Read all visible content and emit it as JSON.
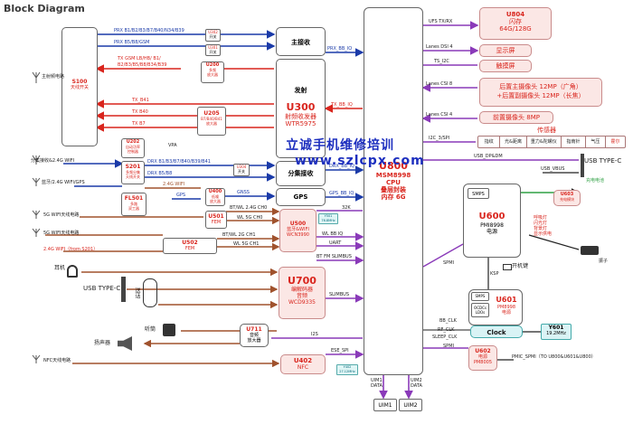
{
  "title": "Block Diagram",
  "watermark": {
    "line1": "立诚手机维修培训",
    "line2": "www.szlcpx.com"
  },
  "s100": {
    "name": "S100",
    "desc": "天线开关",
    "antenna": "主射频电路"
  },
  "u302": {
    "name": "U302",
    "desc": "开关"
  },
  "u301": {
    "name": "U301",
    "desc": "开关"
  },
  "u200": {
    "name": "U200",
    "desc1": "多频",
    "desc2": "放大器"
  },
  "u205": {
    "name": "U205",
    "desc1": "B7/B40/B41",
    "desc2": "放大器"
  },
  "u202": {
    "name": "U202",
    "desc1": "自动功率",
    "desc2": "控制器"
  },
  "s201": {
    "name": "S201",
    "desc1": "多频分集",
    "desc2": "天线开关"
  },
  "fl501": {
    "name": "FL501",
    "desc1": "多路",
    "desc2": "双工器"
  },
  "u304": {
    "name": "U304",
    "desc": "开关"
  },
  "u400": {
    "name": "U400",
    "desc1": "低噪",
    "desc2": "放大器"
  },
  "u501": {
    "name": "U501",
    "desc": "FEM"
  },
  "u502": {
    "name": "U502",
    "desc": "FEM"
  },
  "u300": {
    "main_rx": "主接收",
    "tx": "发射",
    "name": "U300",
    "desc1": "射频收发器",
    "desc2": "WTR5975",
    "div_rx": "分集接收",
    "gps": "GPS"
  },
  "u500": {
    "name": "U500",
    "desc1": "蓝牙&WIFI",
    "desc2": "WCN3990",
    "xtal": "Y501 76.8MHz"
  },
  "u700": {
    "name": "U700",
    "desc1": "编解码器",
    "desc2": "音频",
    "desc3": "WCD9335"
  },
  "u402": {
    "name": "U402",
    "desc": "NFC",
    "xtal": "Y402 27.12MHz"
  },
  "u711": {
    "name": "U711",
    "desc1": "音频",
    "desc2": "放大器"
  },
  "u800": {
    "name": "U800",
    "l1": "MSM8998",
    "l2": "CPU",
    "l3": "叠层封装",
    "l4": "内存 6G"
  },
  "u804": {
    "name": "U804",
    "l1": "闪存",
    "l2": "64G/128G"
  },
  "display": {
    "label": "显示屏"
  },
  "touch": {
    "label": "触摸屏"
  },
  "rear_cam": {
    "l1": "后置主摄像头 12MP（广角）",
    "l2": "+后置副摄像头 12MP（长焦）"
  },
  "front_cam": {
    "label": "前置摄像头 8MP"
  },
  "sensor": {
    "title": "传感器",
    "items": [
      "指纹",
      "光&距离",
      "重力&陀螺仪",
      "指南针",
      "气压",
      "霍尔"
    ]
  },
  "usb_c_right": {
    "label": "USB TYPE-C"
  },
  "u600": {
    "smps": "SMPS",
    "name": "U600",
    "l1": "PMI8998",
    "l2": "电源"
  },
  "u603": {
    "name": "U603",
    "desc": "充电模块"
  },
  "charge_lbl": "充电电池",
  "u600_out": [
    "呼吸灯",
    "闪光灯",
    "背景灯",
    "显示供电"
  ],
  "power_key": "开机键",
  "motor": "振子",
  "u601": {
    "smps": "SMPS",
    "ldo": "OCDCs LDOs",
    "name": "U601",
    "l1": "PM8998",
    "l2": "电源"
  },
  "clock": {
    "label": "Clock"
  },
  "y601": {
    "name": "Y601",
    "freq": "19.2MHz"
  },
  "u602": {
    "name": "U602",
    "l1": "电源",
    "l2": "PM8005"
  },
  "uim1": "UIM1",
  "uim2": "UIM2",
  "left_labels": {
    "div_wifi": "分集接收&2.4G WIFI",
    "bt_wifi_gps": "蓝牙/2.4G WIFI/GPS",
    "wifi5g": "5G WIFI天线电路",
    "wifi5g_ant": "5G WIFI天线电路",
    "wifi24": "2.4G WIFI（from S201）",
    "earphone": "耳机",
    "usbc": "USB TYPE-C",
    "mic": "送话",
    "receiver": "听筒",
    "speaker": "扬声器",
    "nfc": "NFC天线电路"
  },
  "signals": {
    "prx1": "PRX B1/B2/B3/B7/B40/N34/B39",
    "prx2": "PRX B5/B8/GSM",
    "txgsm": "TX GSM LB/HB/ B1/",
    "txgsm2": "B2/B3/B5/B8/B34/B39",
    "txb41": "TX_B41",
    "txb40": "TX B40",
    "txb7": "TX B7",
    "vpa": "VPA",
    "drx1": "DRX B1/B3/B7/B40/B39/B41",
    "drx2": "DRX B5/B8",
    "wifi24": "2.4G WIFI",
    "gps": "GPS",
    "gnss": "GNSS",
    "bt24": "BT/WL 2.4G CH0",
    "wl5g0": "WL 5G CH0",
    "bt2g1": "BT/WL 2G CH1",
    "wl5g1": "WL 5G CH1",
    "k32": "32K",
    "wlbbiq": "WL BB IQ",
    "uart": "UART",
    "btfm": "BT FM SLIMBUS",
    "slimbus": "SLIMBUS",
    "i2s": "I2S",
    "ese": "ESE_SPI",
    "prxbbiq": "PRX_BB_IQ",
    "txbbiq": "TX_BB_IQ",
    "drxbbiq": "DRX_BB_IQ",
    "gpsbbiq": "GPS_BB_IQ",
    "ufs": "UFS TX/RX",
    "dsi": "Lanes DSI 4",
    "ts": "TS_I2C",
    "csi8": "Lanes CSI 8",
    "csi4": "Lanes CSI 4",
    "i2c_spi": "I2C_3/SPI",
    "usb_dp": "USB_DP&DM",
    "usb_vbus": "USB_VBUS",
    "spmi": "SPMI",
    "spmi2": "SPMI",
    "bbclk": "BB_CLK",
    "rfclk": "RF_CLK",
    "sleepclk": "SLEEP_CLK",
    "pmic": "PMIC_SPMI（TO U800&U601&U800）",
    "ksp": "KSP",
    "uim1_data": "UIM1 DATA",
    "uim2_data": "UIM2 DATA"
  },
  "colors": {
    "rx_blue": "#1a3aa8",
    "tx_red": "#d9251d",
    "brown": "#a0522d",
    "purple": "#8a3ab9",
    "green": "#2ea043"
  }
}
